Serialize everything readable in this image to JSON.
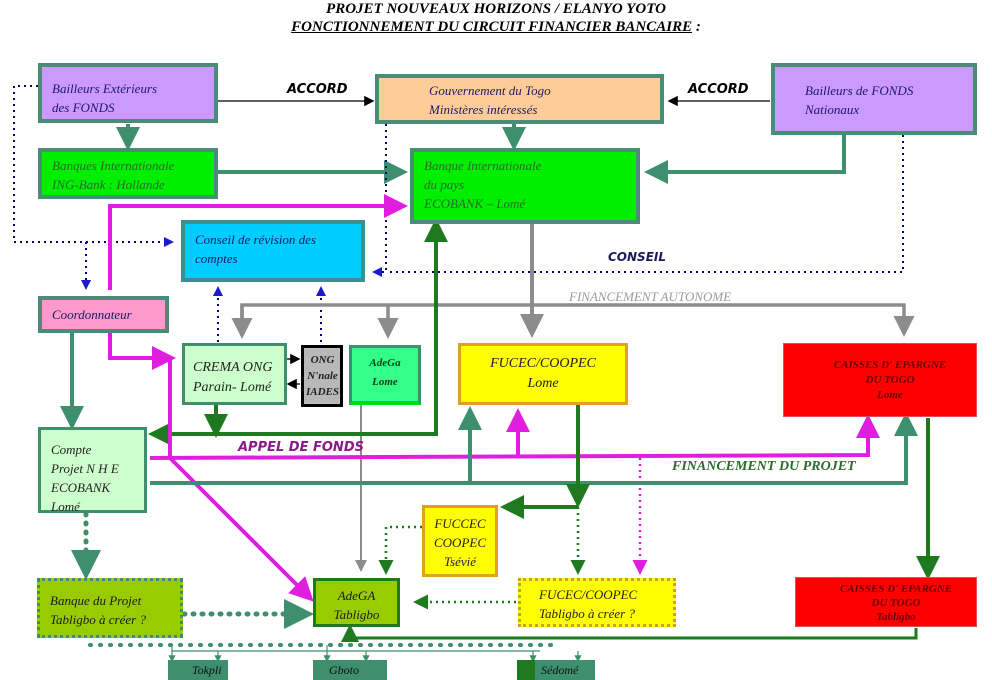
{
  "title": {
    "line1": "PROJET NOUVEAUX HORIZONS / ELANYO YOTO",
    "line2": "FONCTIONNEMENT DU CIRCUIT FINANCIER BANCAIRE",
    "line2_suffix": " :"
  },
  "colors": {
    "purple": "#cc99ff",
    "peach": "#ffcc99",
    "green": "#00ff00",
    "cyan": "#00ccff",
    "pink": "#ff99cc",
    "lightgreen": "#ccffcc",
    "yellow": "#ffff00",
    "red": "#ff0000",
    "olive": "#99cc00",
    "teal": "#3d8f6e",
    "darkgreen": "#1f7a1f",
    "magenta": "#e01ee0",
    "navy": "#00007a",
    "gray": "#8c8c8c"
  },
  "nodes": {
    "bailleurs_ext": [
      "Bailleurs Extérieurs",
      "des FONDS"
    ],
    "gouvernement": [
      "Gouvernement du Togo",
      "Ministères intéressés"
    ],
    "bailleurs_nat": [
      "Bailleurs de FONDS",
      "Nationaux"
    ],
    "banques_int": [
      "Banques Internationale",
      "ING-Bank : Hollande"
    ],
    "banque_pays": [
      "Banque Internationale",
      "du pays",
      "ECOBANK – Lomé"
    ],
    "conseil_revision": [
      "Conseil de révision des",
      "comptes"
    ],
    "coordonnateur": [
      "Coordonnateur"
    ],
    "crema": [
      "CREMA ONG",
      "Parain- Lomé"
    ],
    "ong_iades": [
      "ONG",
      "N'nale",
      "IADES"
    ],
    "adega_lome": [
      "AdeGa",
      "Lome"
    ],
    "fucec_lome": [
      "FUCEC/COOPEC",
      "Lome"
    ],
    "caisses_lome": [
      "CAISSES D' EPARGNE",
      "DU TOGO",
      "Lome"
    ],
    "compte_projet": [
      "Compte",
      "Projet N H E",
      "ECOBANK",
      "Lomé"
    ],
    "fuccec_tsevie": [
      "FUCCEC",
      "COOPEC",
      "Tsévié"
    ],
    "banque_projet": [
      "Banque du Projet",
      "Tabligbo à créer ?"
    ],
    "adega_tabligbo": [
      "AdeGA",
      "Tabligbo"
    ],
    "fucec_tabligbo": [
      "FUCEC/COOPEC",
      "Tabligbo à créer ?"
    ],
    "caisses_tabligbo": [
      "CAISSES D' EPARGNE",
      "DU TOGO",
      "Tabligbo"
    ],
    "tokpli": [
      "Tokpli"
    ],
    "gboto": [
      "Gboto"
    ],
    "sedome": [
      "Sédomé"
    ]
  },
  "labels": {
    "accord_left": "ACCORD",
    "accord_right": "ACCORD",
    "conseil": "CONSEIL",
    "financement_autonome": "FINANCEMENT AUTONOME",
    "appel_de_fonds": "APPEL  DE  FONDS",
    "financement_projet": "FINANCEMENT DU PROJET"
  }
}
